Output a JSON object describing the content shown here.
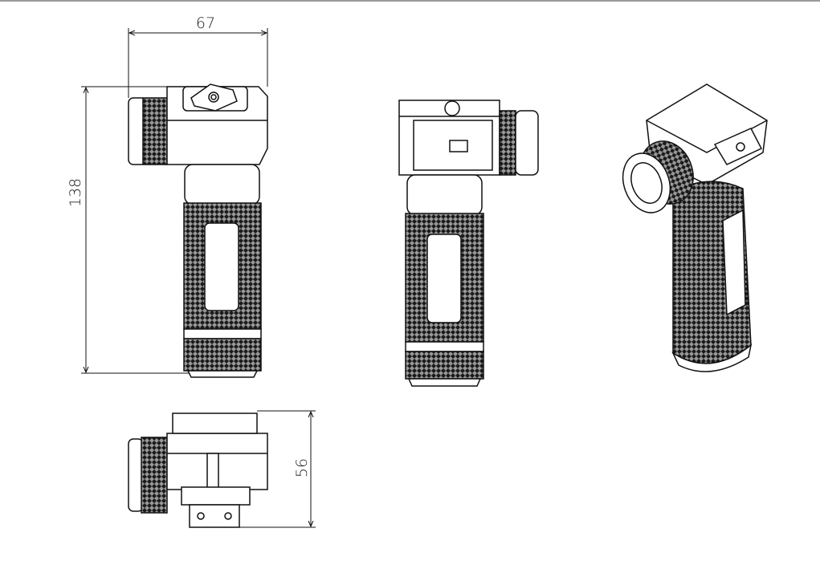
{
  "drawing": {
    "dimensions": {
      "width": "67",
      "height": "138",
      "depth": "56"
    },
    "views": [
      "front-view",
      "side-view",
      "isometric-view",
      "bottom-view"
    ],
    "colors": {
      "line": "#111111",
      "knurl": "#1a1a1a",
      "border": "#9a9a9a"
    }
  }
}
